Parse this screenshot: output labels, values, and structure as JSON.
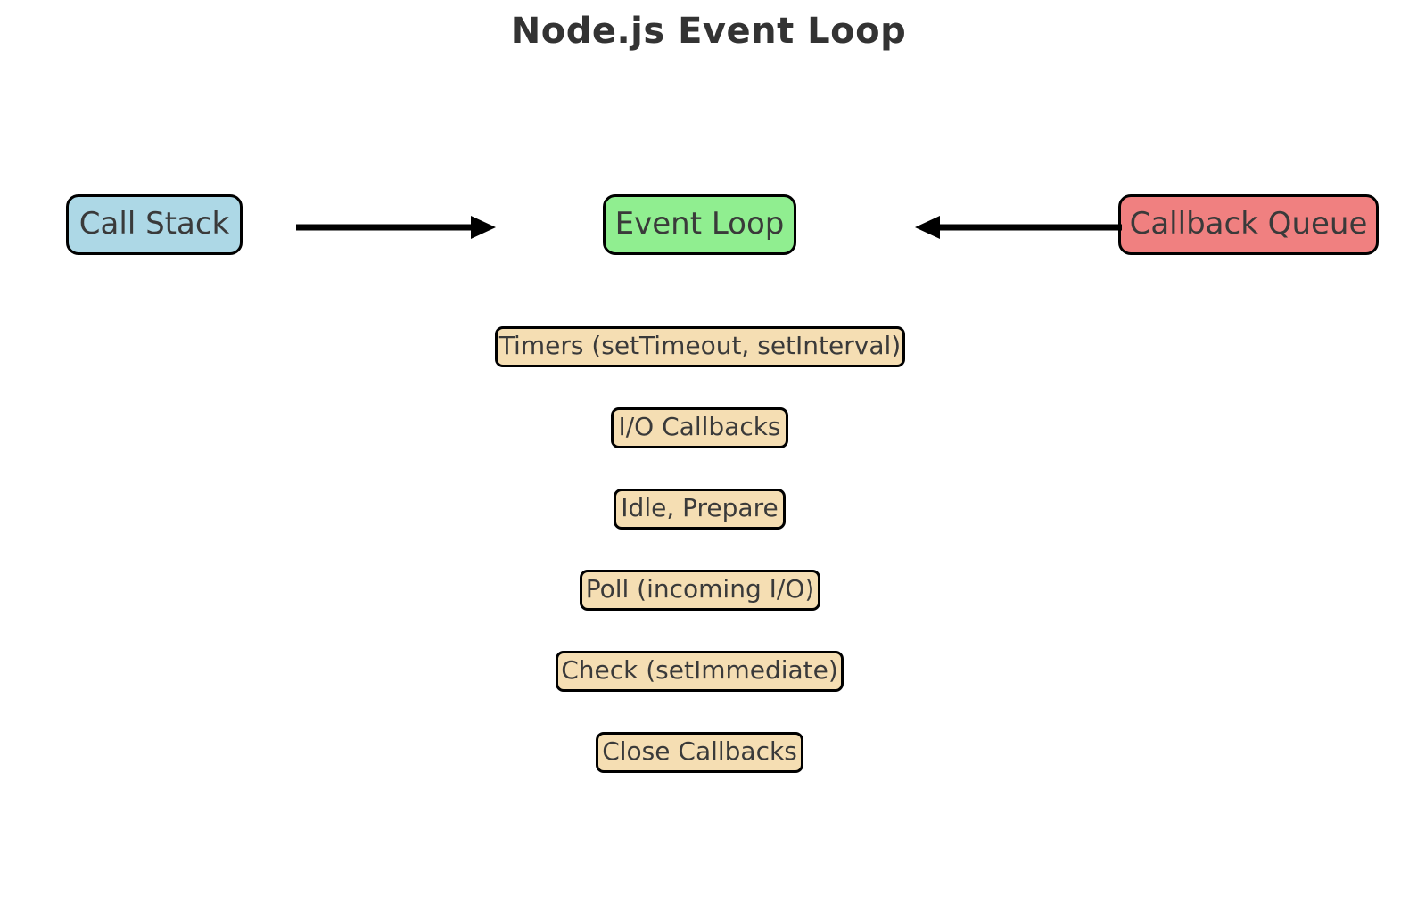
{
  "diagram": {
    "title": "Node.js Event Loop",
    "background": "#ffffff",
    "title_color": "#333333",
    "text_color": "#3a3a3a",
    "border_color": "#000000"
  },
  "top_nodes": [
    {
      "id": "call-stack",
      "label": "Call Stack",
      "fill": "#add8e6"
    },
    {
      "id": "event-loop",
      "label": "Event Loop",
      "fill": "#90ee90"
    },
    {
      "id": "callback-queue",
      "label": "Callback Queue",
      "fill": "#f08080"
    }
  ],
  "phases": [
    {
      "id": "timers",
      "label": "Timers (setTimeout, setInterval)",
      "fill": "#f5deb3"
    },
    {
      "id": "io",
      "label": "I/O Callbacks",
      "fill": "#f5deb3"
    },
    {
      "id": "idle",
      "label": "Idle, Prepare",
      "fill": "#f5deb3"
    },
    {
      "id": "poll",
      "label": "Poll (incoming I/O)",
      "fill": "#f5deb3"
    },
    {
      "id": "check",
      "label": "Check (setImmediate)",
      "fill": "#f5deb3"
    },
    {
      "id": "close",
      "label": "Close Callbacks",
      "fill": "#f5deb3"
    }
  ],
  "arrows": [
    {
      "id": "stack-to-loop",
      "from": "Call Stack",
      "to": "Event Loop",
      "direction": "right",
      "color": "#000000"
    },
    {
      "id": "queue-to-loop",
      "from": "Callback Queue",
      "to": "Event Loop",
      "direction": "left",
      "color": "#000000"
    }
  ]
}
